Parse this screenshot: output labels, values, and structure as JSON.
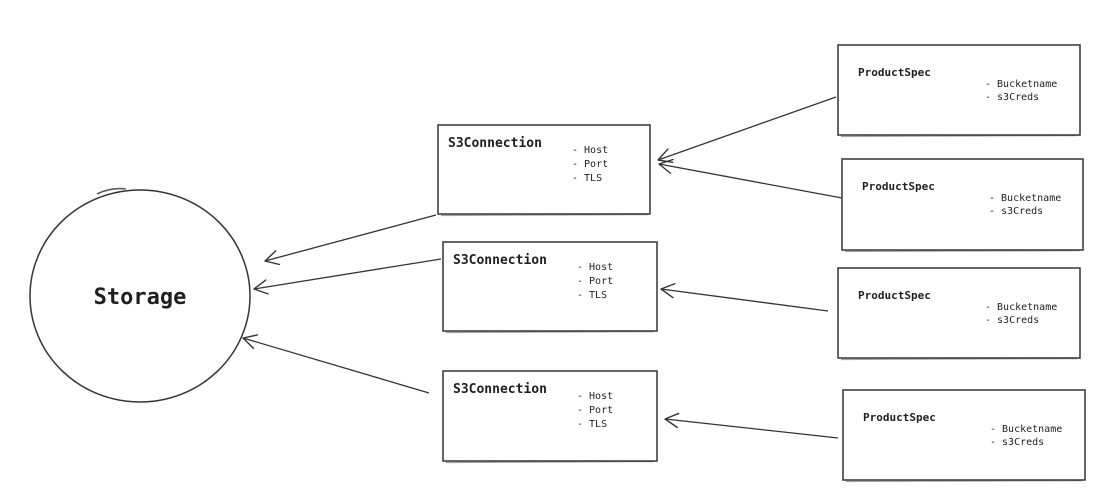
{
  "diagram": {
    "colors": {
      "stroke": "#343434",
      "text": "#1f1f1f",
      "background": "#ffffff"
    },
    "storage": {
      "label": "Storage"
    },
    "s3_connections": [
      {
        "title": "S3Connection",
        "fields": [
          "- Host",
          "- Port",
          "- TLS"
        ]
      },
      {
        "title": "S3Connection",
        "fields": [
          "- Host",
          "- Port",
          "- TLS"
        ]
      },
      {
        "title": "S3Connection",
        "fields": [
          "- Host",
          "- Port",
          "- TLS"
        ]
      }
    ],
    "product_specs": [
      {
        "title": "ProductSpec",
        "fields": [
          "- Bucketname",
          "- s3Creds"
        ]
      },
      {
        "title": "ProductSpec",
        "fields": [
          "- Bucketname",
          "- s3Creds"
        ]
      },
      {
        "title": "ProductSpec",
        "fields": [
          "- Bucketname",
          "- s3Creds"
        ]
      },
      {
        "title": "ProductSpec",
        "fields": [
          "- Bucketname",
          "- s3Creds"
        ]
      }
    ],
    "edges": [
      {
        "from": "s3connection-1",
        "to": "storage"
      },
      {
        "from": "s3connection-2",
        "to": "storage"
      },
      {
        "from": "s3connection-3",
        "to": "storage"
      },
      {
        "from": "productspec-1",
        "to": "s3connection-1"
      },
      {
        "from": "productspec-2",
        "to": "s3connection-1"
      },
      {
        "from": "productspec-3",
        "to": "s3connection-2"
      },
      {
        "from": "productspec-4",
        "to": "s3connection-3"
      }
    ]
  }
}
